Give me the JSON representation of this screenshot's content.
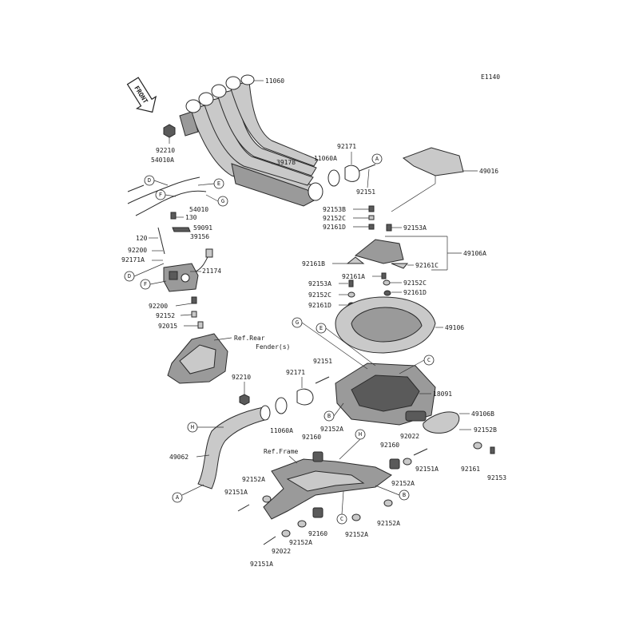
{
  "diagram_code": "E1140",
  "front_label": "FRONT",
  "ref_rear_fender_line1": "Ref.Rear",
  "ref_rear_fender_line2": "Fender(s)",
  "ref_frame": "Ref.Frame",
  "parts": {
    "p11060_top": "11060",
    "p92210_top": "92210",
    "p54010A": "54010A",
    "p39178": "39178",
    "p11060A_top": "11060A",
    "p92171_top": "92171",
    "p92151_top": "92151",
    "p49016": "49016",
    "p54010": "54010",
    "p130": "130",
    "p59091": "59091",
    "p39156": "39156",
    "p120": "120",
    "p92200_a": "92200",
    "p92171A": "92171A",
    "p21174": "21174",
    "p92200_b": "92200",
    "p92152_left": "92152",
    "p92015": "92015",
    "p92153B": "92153B",
    "p92152C_top": "92152C",
    "p92161D_top": "92161D",
    "p92153A_top": "92153A",
    "p49106A": "49106A",
    "p92161B": "92161B",
    "p92161C": "92161C",
    "p92161A": "92161A",
    "p92152C_r": "92152C",
    "p92153A_l": "92153A",
    "p92161D_r": "92161D",
    "p92152C_l": "92152C",
    "p92161D_l": "92161D",
    "p49106": "49106",
    "p92151_mid": "92151",
    "p92171_mid": "92171",
    "p92210_mid": "92210",
    "p18091": "18091",
    "p49106B": "49106B",
    "p92152B": "92152B",
    "p11060A_mid": "11060A",
    "p92152A_mid": "92152A",
    "p92160_a": "92160",
    "p92022_r": "92022",
    "p92160_b": "92160",
    "p92152A_r": "92152A",
    "p92151A_r": "92151A",
    "p92161": "92161",
    "p92153": "92153",
    "p49062": "49062",
    "p92152A_l": "92152A",
    "p92151A_l": "92151A",
    "p92160_c": "92160",
    "p92152A_b1": "92152A",
    "p92152A_b2": "92152A",
    "p92152A_b3": "92152A",
    "p92022_b": "92022",
    "p92151A_b": "92151A"
  },
  "callouts": [
    "A",
    "B",
    "C",
    "D",
    "E",
    "F",
    "G",
    "H"
  ]
}
